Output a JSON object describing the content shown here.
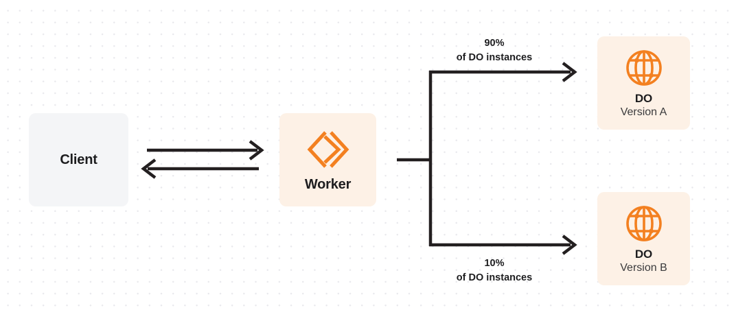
{
  "diagram": {
    "title": "Cloudflare Worker routing to Durable Object versions",
    "background_color": "#ffffff",
    "dot_color": "#e9e9ed",
    "accent_color": "#f38020",
    "line_color": "#231f20",
    "box_gray": "#f4f5f7",
    "box_cream": "#fdf1e6"
  },
  "nodes": {
    "client": {
      "label": "Client",
      "icon": "none"
    },
    "worker": {
      "label": "Worker",
      "icon": "cloudflare-workers-icon"
    },
    "do_a": {
      "title": "DO",
      "subtitle": "Version A",
      "icon": "globe-icon"
    },
    "do_b": {
      "title": "DO",
      "subtitle": "Version B",
      "icon": "globe-icon"
    }
  },
  "edges": {
    "client_to_worker": {
      "direction": "right",
      "label": ""
    },
    "worker_to_client": {
      "direction": "left",
      "label": ""
    },
    "worker_to_do_a": {
      "percent": "90%",
      "caption": "of DO instances"
    },
    "worker_to_do_b": {
      "percent": "10%",
      "caption": "of DO instances"
    }
  }
}
